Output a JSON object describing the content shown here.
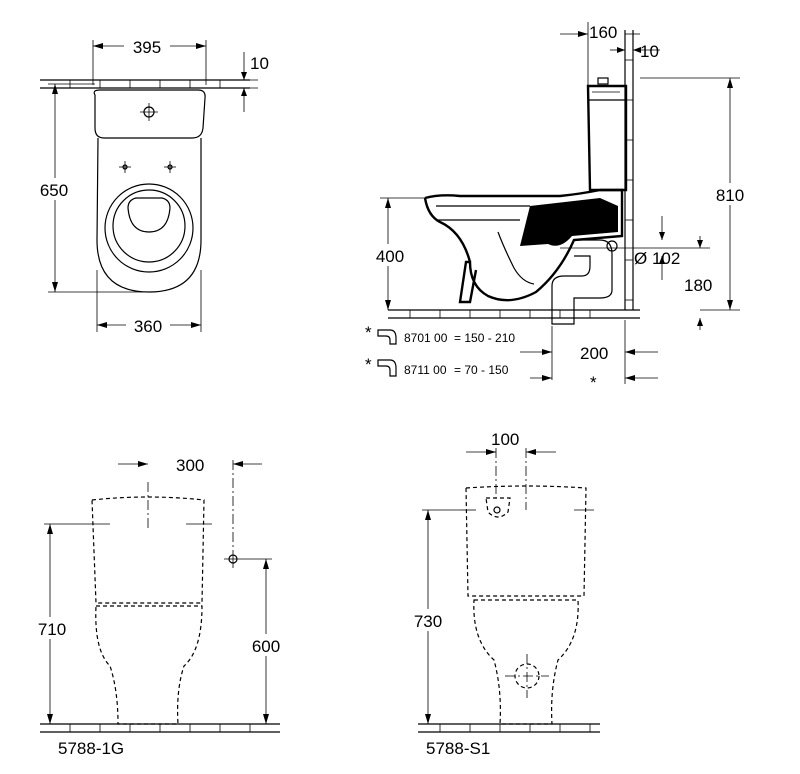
{
  "top_view": {
    "dim_width_top": "395",
    "dim_gap": "10",
    "dim_depth": "650",
    "dim_width_bottom": "360"
  },
  "side_view": {
    "dim_tank_depth": "160",
    "dim_wall_gap": "10",
    "dim_height": "810",
    "dim_seat_height": "400",
    "dim_pipe_diameter": "Ø 102",
    "dim_pipe_height": "180",
    "dim_offset": "200",
    "asterisk": "*",
    "note_1_code": "8701 00",
    "note_1_range": "= 150 - 210",
    "note_2_code": "8711 00",
    "note_2_range": "= 70 -  150"
  },
  "front_view_1": {
    "dim_offset": "300",
    "dim_height": "710",
    "dim_inlet_height": "600",
    "model": "5788-1G"
  },
  "front_view_2": {
    "dim_offset": "100",
    "dim_height": "730",
    "model": "5788-S1"
  }
}
